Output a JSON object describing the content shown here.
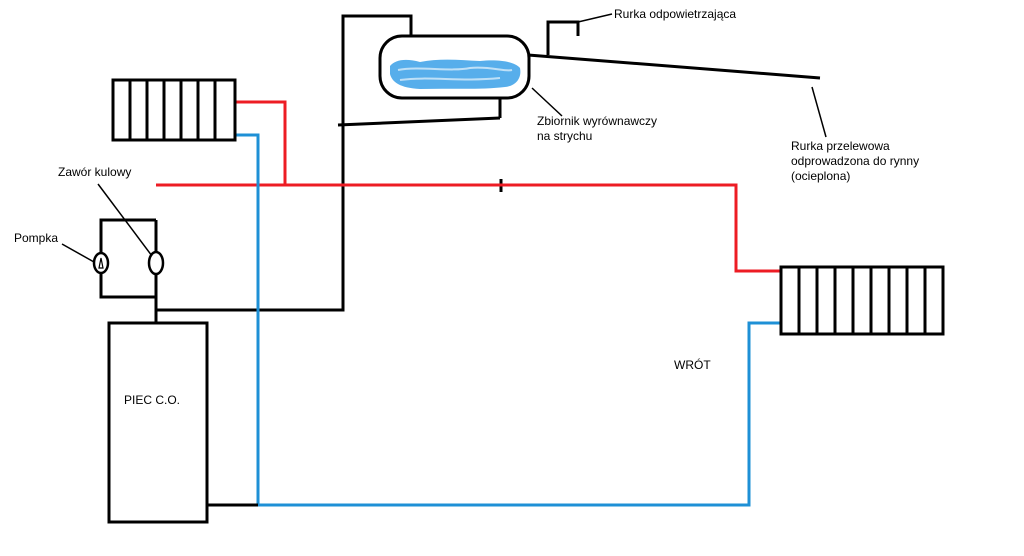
{
  "labels": {
    "vent_pipe": "Rurka odpowietrzająca",
    "expansion_tank_line1": "Zbiornik wyrównawczy",
    "expansion_tank_line2": "na strychu",
    "overflow_line1": "Rurka przelewowa",
    "overflow_line2": "odprowadzona do rynny",
    "overflow_line3": "(ocieplona)",
    "ball_valve": "Zawór kulowy",
    "pump": "Pompka",
    "boiler": "PIEC C.O.",
    "return": "WRÓT"
  },
  "colors": {
    "supply": "#ed1c24",
    "return": "#1e90d6",
    "pipe": "#000000",
    "water": "#3aa0e8"
  }
}
